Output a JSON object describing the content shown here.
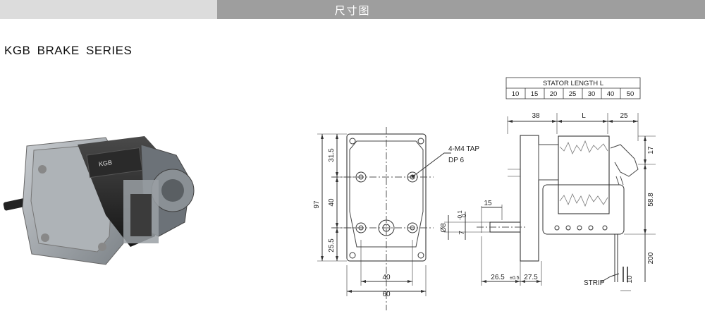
{
  "header": {
    "title": "尺寸图"
  },
  "series_title": "KGB  BRAKE  SERIES",
  "stator_table": {
    "title": "STATOR LENGTH L",
    "values": [
      "10",
      "15",
      "20",
      "25",
      "30",
      "40",
      "50"
    ]
  },
  "front_view": {
    "dim_top_width": "60",
    "dim_hole_spacing_x": "40",
    "dim_overall_height": "97",
    "dim_top_offset": "31.5",
    "dim_hole_spacing_y": "40",
    "dim_bottom_offset": "25.5",
    "hole_callout_1": "4-M4 TAP",
    "hole_callout_2": "DP 6"
  },
  "side_view": {
    "dim_38": "38",
    "dim_L": "L",
    "dim_25": "25",
    "dim_15": "15",
    "dim_0": "0",
    "dim_tol": "-0.1",
    "dim_7": "7",
    "dim_shaft_dia": "Ø8",
    "dim_265": "26.5",
    "dim_265_tol": "±0.5",
    "dim_275": "27.5",
    "dim_17": "17",
    "dim_588": "58.8",
    "dim_200": "200",
    "dim_10": "10",
    "strip_label": "STRIP"
  }
}
